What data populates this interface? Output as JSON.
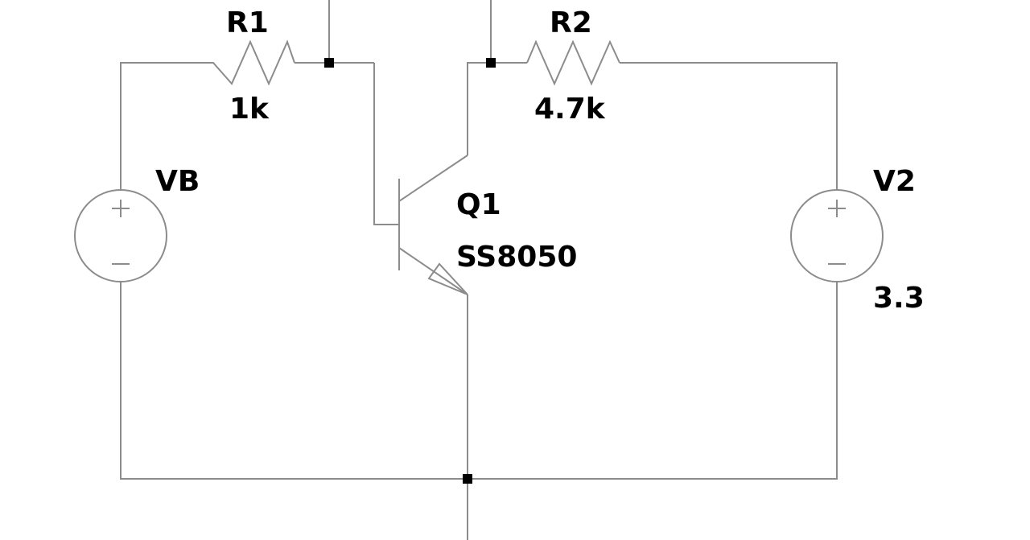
{
  "colors": {
    "wire": "#8c8c8c",
    "node": "#000000",
    "text": "#000000",
    "background": "#ffffff"
  },
  "components": {
    "r1": {
      "name": "R1",
      "value": "1k"
    },
    "r2": {
      "name": "R2",
      "value": "4.7k"
    },
    "vb": {
      "name": "VB"
    },
    "v2": {
      "name": "V2",
      "value": "3.3"
    },
    "q1": {
      "name": "Q1",
      "model": "SS8050"
    }
  }
}
